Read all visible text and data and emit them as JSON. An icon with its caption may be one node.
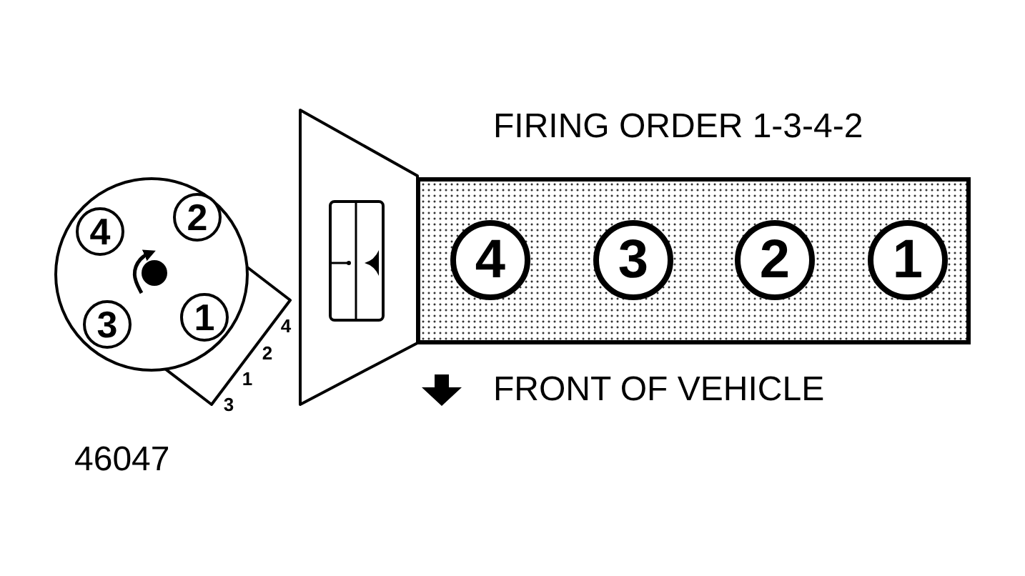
{
  "diagram": {
    "title": "FIRING ORDER 1-3-4-2",
    "nodes": [
      {
        "text": [],
        "shape": "circle"
      },
      {
        "text": [
          "4"
        ],
        "in": 0
      },
      {
        "text": [
          "2"
        ],
        "in": 0
      },
      {
        "text": [
          "3"
        ],
        "in": 0
      },
      {
        "text": [
          "1"
        ],
        "in": 0
      },
      {
        "text": [],
        "shape": "box"
      },
      {
        "text": [
          "4"
        ],
        "in": 5
      },
      {
        "text": [
          "3"
        ],
        "in": 5
      },
      {
        "text": [
          "2"
        ],
        "in": 5
      },
      {
        "text": [
          "1"
        ],
        "in": 5
      }
    ],
    "labels": [
      "4",
      "2",
      "1",
      "3",
      "FRONT OF VEHICLE",
      "46047"
    ]
  }
}
